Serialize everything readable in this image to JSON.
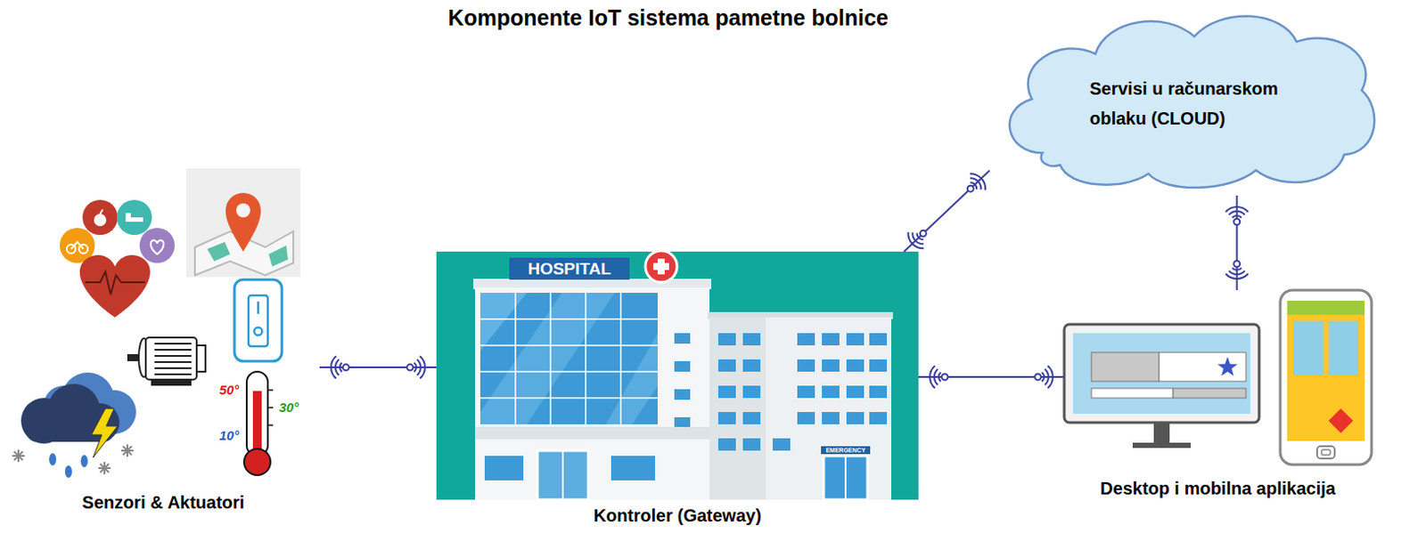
{
  "diagram": {
    "title": "Komponente IoT sistema pametne bolnice",
    "nodes": [
      {
        "text": [
          "Senzori & Aktuatori"
        ]
      },
      {
        "text": [
          "Kontroler (Gateway)"
        ]
      },
      {
        "text": [
          "Servisi u računarskom oblaku (CLOUD)"
        ]
      },
      {
        "text": [
          "Desktop i mobilna aplikacija"
        ]
      }
    ],
    "edges": [
      {
        "from": 0,
        "to": 1,
        "arrow": "none"
      },
      {
        "from": 1,
        "to": 2,
        "arrow": "none"
      },
      {
        "from": 2,
        "to": 3,
        "arrow": "none"
      },
      {
        "from": 1,
        "to": 3,
        "arrow": "none"
      }
    ],
    "labels": [
      "HOSPITAL",
      "EMERGENCY",
      "50°",
      "30°",
      "10°"
    ]
  }
}
